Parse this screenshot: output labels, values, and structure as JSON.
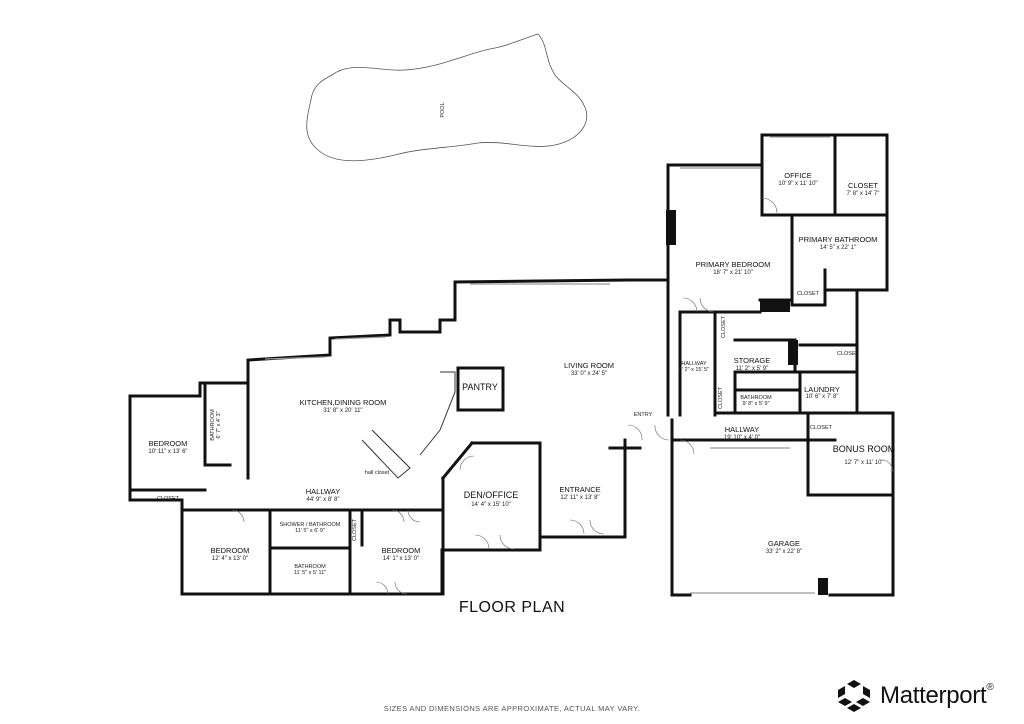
{
  "pool_label": "POOL",
  "rooms": [
    {
      "id": "office",
      "name": "OFFICE",
      "dim": "10' 9\" x 11' 10\""
    },
    {
      "id": "closet-office",
      "name": "CLOSET",
      "dim": "7' 8\" x 14' 7\""
    },
    {
      "id": "primary-bath",
      "name": "PRIMARY BATHROOM",
      "dim": "14' 5\" x 22' 1\""
    },
    {
      "id": "primary-bed",
      "name": "PRIMARY BEDROOM",
      "dim": "18' 7\" x 21' 10\""
    },
    {
      "id": "closet-primary",
      "name": "CLOSET",
      "dim": ""
    },
    {
      "id": "closet-small",
      "name": "CLOSET",
      "dim": ""
    },
    {
      "id": "closet-laundry",
      "name": "CLOSET",
      "dim": ""
    },
    {
      "id": "storage",
      "name": "STORAGE",
      "dim": "11' 2\" x 5' 9\""
    },
    {
      "id": "hallway-e",
      "name": "HALLWAY",
      "dim": "6' 2\" x 15' 5\""
    },
    {
      "id": "laundry",
      "name": "LAUNDRY",
      "dim": "10' 6\" x 7' 8\""
    },
    {
      "id": "closet-hall",
      "name": "CLOSET",
      "dim": ""
    },
    {
      "id": "bathroom-e",
      "name": "BATHROOM",
      "dim": "9' 8\" x 5' 9\""
    },
    {
      "id": "closet-bonus",
      "name": "CLOSET",
      "dim": ""
    },
    {
      "id": "hallway-garage",
      "name": "HALLWAY",
      "dim": "19' 10\" x 4' 0\""
    },
    {
      "id": "bonus",
      "name": "BONUS ROOM",
      "dim": "12' 7\" x 11' 10\""
    },
    {
      "id": "garage",
      "name": "GARAGE",
      "dim": "33' 2\" x 22' 8\""
    },
    {
      "id": "living",
      "name": "LIVING ROOM",
      "dim": "33' 0\" x 24' 5\""
    },
    {
      "id": "entry",
      "name": "ENTRY",
      "dim": ""
    },
    {
      "id": "pantry",
      "name": "PANTRY",
      "dim": ""
    },
    {
      "id": "kitchen",
      "name": "KITCHEN,DINING ROOM",
      "dim": "31' 8\" x 20' 11\""
    },
    {
      "id": "hall-closet",
      "name": "hall closet",
      "dim": ""
    },
    {
      "id": "den",
      "name": "DEN/OFFICE",
      "dim": "14' 4\" x 15' 10\""
    },
    {
      "id": "entrance",
      "name": "ENTRANCE",
      "dim": "12' 11\" x 13' 8\""
    },
    {
      "id": "bedroom-w",
      "name": "BEDROOM",
      "dim": "10' 11\" x 13' 6\""
    },
    {
      "id": "bath-w",
      "name": "BATHROOM",
      "dim": "6' 7\" x 4' 3\""
    },
    {
      "id": "closet-w",
      "name": "CLOSET",
      "dim": ""
    },
    {
      "id": "hallway-w",
      "name": "HALLWAY",
      "dim": "44' 9\" x 8' 8\""
    },
    {
      "id": "bedroom-sw",
      "name": "BEDROOM",
      "dim": "12' 4\" x 13' 0\""
    },
    {
      "id": "shower-bath",
      "name": "SHOWER / BATHROOM",
      "dim": "11' 5\" x 6' 9\""
    },
    {
      "id": "closet-sv",
      "name": "CLOSET",
      "dim": ""
    },
    {
      "id": "bath-s",
      "name": "BATHROOM",
      "dim": "11' 5\" x 5' 11\""
    },
    {
      "id": "bedroom-s",
      "name": "BEDROOM",
      "dim": "14' 1\" x 13' 0\""
    }
  ],
  "title": "FLOOR PLAN",
  "disclaimer": "SIZES AND DIMENSIONS ARE APPROXIMATE, ACTUAL MAY VARY.",
  "brand": {
    "name": "Matterport",
    "mark": "®",
    "logo_icon": "matterport-cube-icon"
  }
}
